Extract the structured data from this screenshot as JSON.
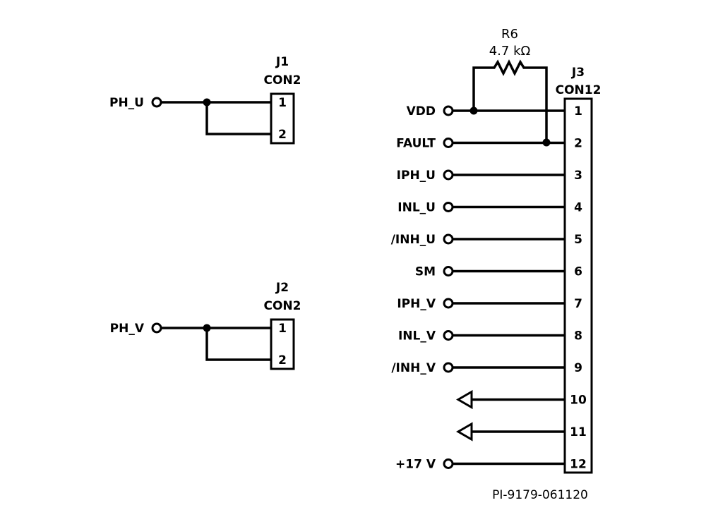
{
  "connectors": [
    {
      "ref": "J1",
      "type": "CON2",
      "net": "PH_U",
      "pins": [
        "1",
        "2"
      ]
    },
    {
      "ref": "J2",
      "type": "CON2",
      "net": "PH_V",
      "pins": [
        "1",
        "2"
      ]
    }
  ],
  "j3": {
    "ref": "J3",
    "type": "CON12",
    "pins": [
      {
        "num": "1",
        "net": "VDD",
        "kind": "terminal"
      },
      {
        "num": "2",
        "net": "FAULT",
        "kind": "terminal"
      },
      {
        "num": "3",
        "net": "IPH_U",
        "kind": "terminal"
      },
      {
        "num": "4",
        "net": "INL_U",
        "kind": "terminal"
      },
      {
        "num": "5",
        "net": "/INH_U",
        "kind": "terminal"
      },
      {
        "num": "6",
        "net": "SM",
        "kind": "terminal"
      },
      {
        "num": "7",
        "net": "IPH_V",
        "kind": "terminal"
      },
      {
        "num": "8",
        "net": "INL_V",
        "kind": "terminal"
      },
      {
        "num": "9",
        "net": "/INH_V",
        "kind": "terminal"
      },
      {
        "num": "10",
        "net": "",
        "kind": "ground"
      },
      {
        "num": "11",
        "net": "",
        "kind": "ground"
      },
      {
        "num": "12",
        "net": "+17 V",
        "kind": "terminal"
      }
    ]
  },
  "resistor": {
    "ref": "R6",
    "value": "4.7 kΩ"
  },
  "drawing_id": "PI-9179-061120"
}
